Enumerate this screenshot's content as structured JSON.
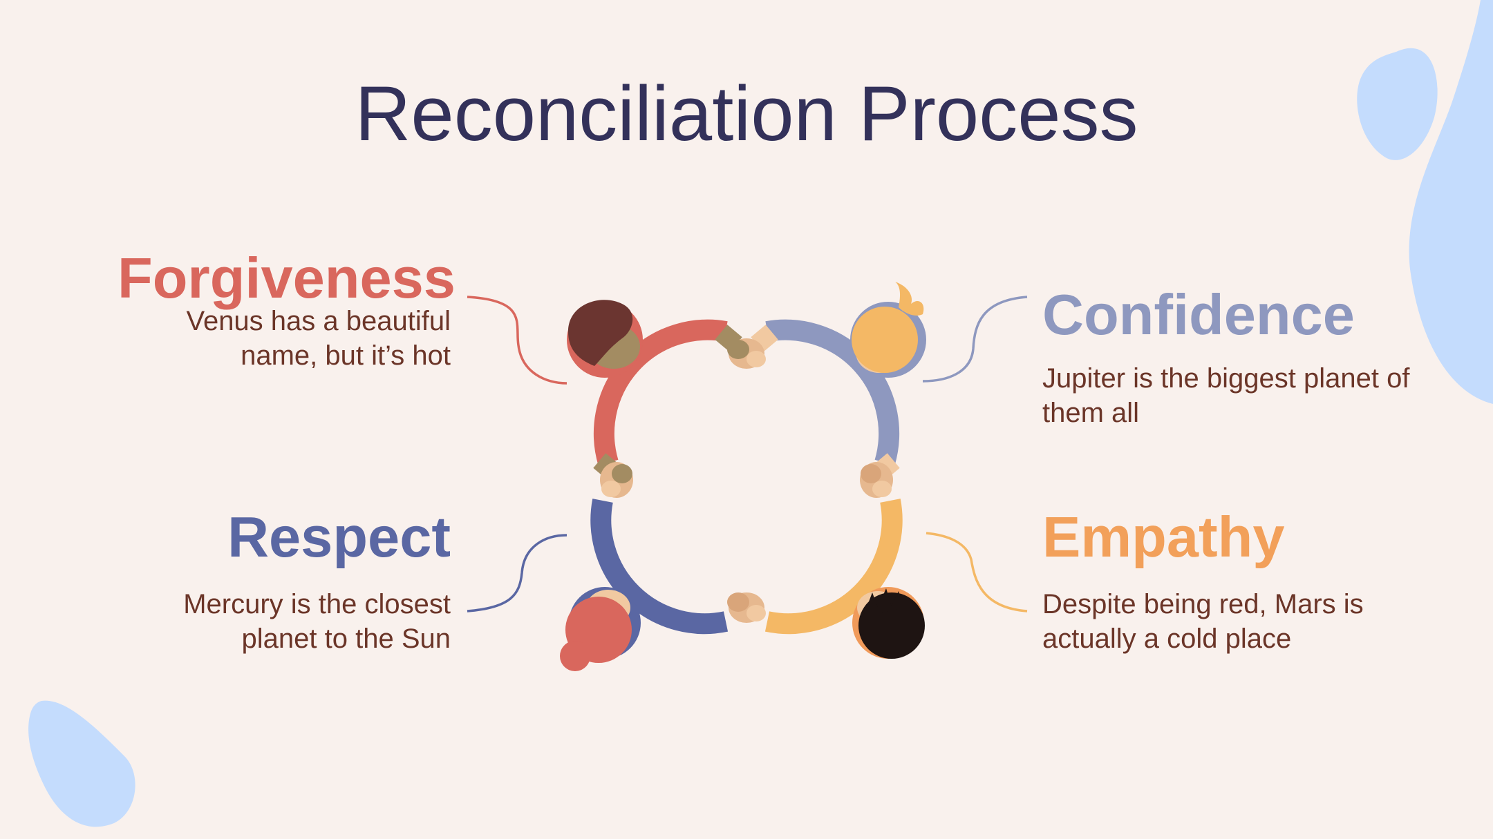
{
  "slide": {
    "title": "Reconciliation Process",
    "items": [
      {
        "heading": "Forgiveness",
        "description": "Venus has a beautiful name, but it’s hot",
        "color": "#d9675d"
      },
      {
        "heading": "Confidence",
        "description": "Jupiter is the biggest planet of them all",
        "color": "#8e98bf"
      },
      {
        "heading": "Respect",
        "description": "Mercury is the closest planet to the Sun",
        "color": "#5a67a3"
      },
      {
        "heading": "Empathy",
        "description": "Despite being red, Mars is actually a cold place",
        "color": "#f2a05a"
      }
    ]
  },
  "theme": {
    "background": "#f9f1ed",
    "title_color": "#33315a",
    "body_text_color": "#6b3528",
    "blob_color": "#c4dcfd"
  },
  "illustration": {
    "name": "four-people-holding-hands-circle-top-view",
    "people": [
      {
        "position": "top-left",
        "arm_color": "#d9675d",
        "hair_color": "#6b3530"
      },
      {
        "position": "top-right",
        "arm_color": "#8e98bf",
        "hair_color": "#f4b865"
      },
      {
        "position": "bottom-left",
        "arm_color": "#5a67a3",
        "hair_color": "#d9675d"
      },
      {
        "position": "bottom-right",
        "arm_color": "#f4b865",
        "hair_color": "#1e1412"
      }
    ]
  }
}
